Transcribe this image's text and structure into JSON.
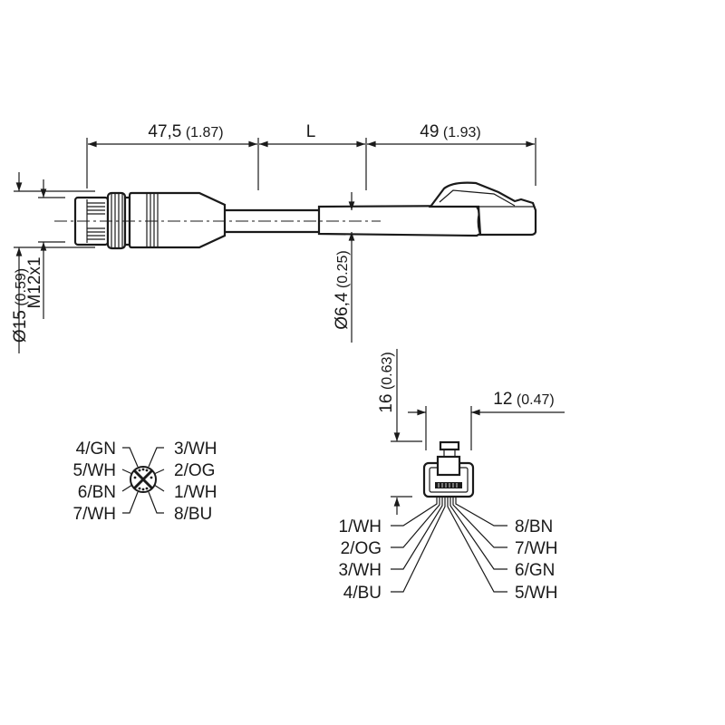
{
  "dimensions": {
    "plug_length": {
      "value": "47,5",
      "inch": "(1.87)"
    },
    "cable_length": {
      "value": "L"
    },
    "rj45_length": {
      "value": "49",
      "inch": "(1.93)"
    },
    "plug_diameter": {
      "value": "Ø15",
      "inch": "(0.59)"
    },
    "thread": {
      "value": "M12x1"
    },
    "cable_diameter": {
      "value": "Ø6,4",
      "inch": "(0.25)"
    },
    "rj45_height": {
      "value": "16",
      "inch": "(0.63)"
    },
    "rj45_width": {
      "value": "12",
      "inch": "(0.47)"
    }
  },
  "m12_pinout": {
    "left": [
      "4/GN",
      "5/WH",
      "6/BN",
      "7/WH"
    ],
    "right": [
      "3/WH",
      "2/OG",
      "1/WH",
      "8/BU"
    ]
  },
  "rj45_pinout": {
    "left": [
      "1/WH",
      "2/OG",
      "3/WH",
      "4/BU"
    ],
    "right": [
      "8/BN",
      "7/WH",
      "6/GN",
      "5/WH"
    ]
  }
}
